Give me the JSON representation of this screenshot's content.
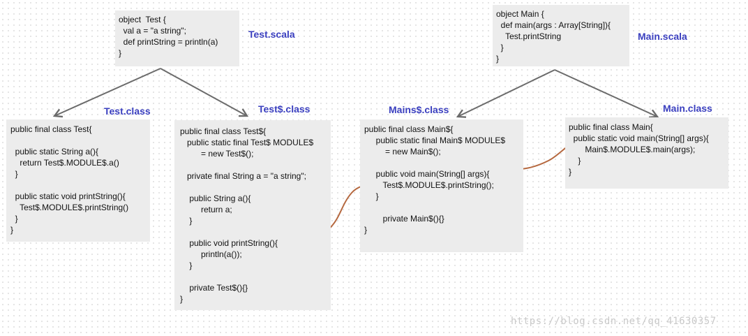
{
  "colors": {
    "label": "#3a3fbf",
    "arrow": "#6b6b6b",
    "link": "#b5683f",
    "box": "#ececec"
  },
  "sources": {
    "test_scala": {
      "code": "object  Test {\n  val a = \"a string\";\n  def printString = println(a)\n}",
      "label": "Test.scala"
    },
    "main_scala": {
      "code": "object Main {\n  def main(args : Array[String]){\n    Test.printString\n  }\n}",
      "label": "Main.scala"
    }
  },
  "compiled": {
    "test_class": {
      "label": "Test.class",
      "code": "public final class Test{\n\n  public static String a(){\n    return Test$.MODULE$.a()\n  }\n\n  public static void printString(){\n    Test$.MODULE$.printString()\n  }\n}"
    },
    "test_dollar_class": {
      "label": "Test$.class",
      "code": "public final class Test${\n   public static final Test$ MODULE$\n         = new Test$();\n\n   private final String a = \"a string\";\n\n    public String a(){\n         return a;\n    }\n\n    public void printString(){\n         println(a());\n    }\n\n    private Test$(){}\n}"
    },
    "main_dollar_class": {
      "label": "Mains$.class",
      "code": "public final class Main${\n     public static final Main$ MODULE$\n         = new Main$();\n\n     public void main(String[] args){\n        Test$.MODULE$.printString();\n     }\n\n        private Main$(){}\n}"
    },
    "main_class": {
      "label": "Main.class",
      "code": "public final class Main{\n  public static void main(String[] args){\n       Main$.MODULE$.main(args);\n    }\n}"
    }
  },
  "watermark": "https://blog.csdn.net/qq_41630357"
}
